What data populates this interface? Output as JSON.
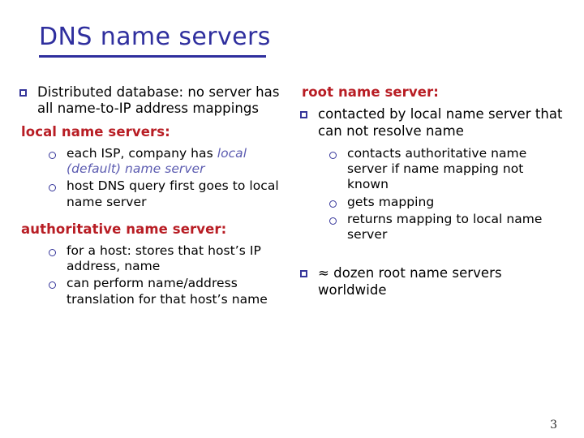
{
  "slide": {
    "title": "DNS name servers",
    "page_number": "3",
    "colors": {
      "title": "#2F2F9E",
      "heading_red": "#B81D24",
      "bullet_navy": "#35359A",
      "emphasis_blue": "#5B5BB0",
      "body_text": "#000000",
      "background": "#FFFFFF"
    }
  },
  "left_column": {
    "bullet_1": {
      "marker": "square-bullet",
      "text": "Distributed database: no server has all name-to-IP address mappings"
    },
    "heading_local": "local name servers:",
    "local_items": [
      {
        "marker": "circle-bullet",
        "text_before": "each ISP, company has ",
        "text_emphasis": "local (default) name server",
        "text_after": ""
      },
      {
        "marker": "circle-bullet",
        "text_before": "host DNS query first goes to local name server",
        "text_emphasis": "",
        "text_after": ""
      }
    ],
    "heading_authoritative": "authoritative name server:",
    "authoritative_items": [
      {
        "marker": "circle-bullet",
        "text": "for a host: stores that host’s IP address, name"
      },
      {
        "marker": "circle-bullet",
        "text": "can perform name/address translation for that host’s name"
      }
    ]
  },
  "right_column": {
    "heading_root": "root name server:",
    "bullet_1": {
      "marker": "square-bullet",
      "text": "contacted by local name server that can not resolve name"
    },
    "sub_items": [
      {
        "marker": "circle-bullet",
        "text": "contacts authoritative name server if name mapping not known"
      },
      {
        "marker": "circle-bullet",
        "text": "gets mapping"
      },
      {
        "marker": "circle-bullet",
        "text": "returns mapping to local name server"
      }
    ],
    "bullet_2": {
      "marker": "square-bullet",
      "text": "≈ dozen root name servers worldwide"
    }
  }
}
